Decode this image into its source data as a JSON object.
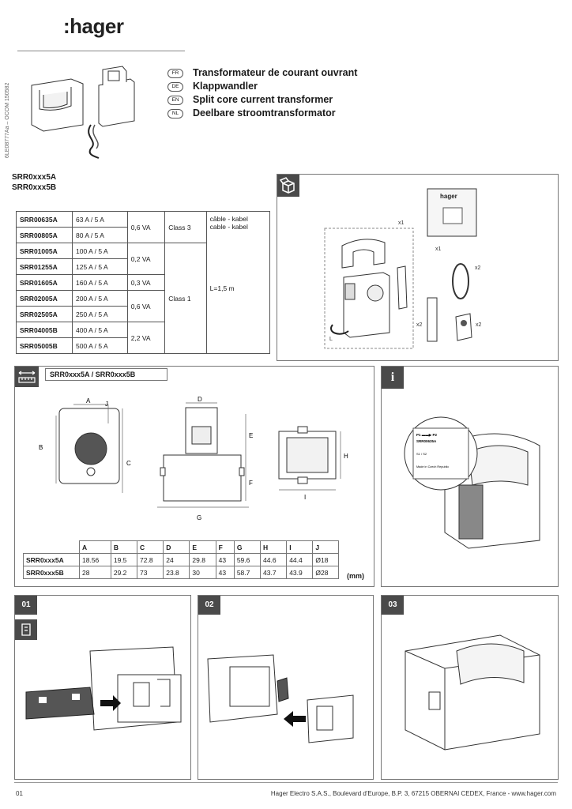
{
  "brand": "hager",
  "doc_ref": "6LE08777Aa – OCOM 150582",
  "titles": [
    {
      "code": "FR",
      "text": "Transformateur de courant ouvrant"
    },
    {
      "code": "DE",
      "text": "Klappwandler"
    },
    {
      "code": "EN",
      "text": "Split core current transformer"
    },
    {
      "code": "NL",
      "text": "Deelbare stroomtransformator"
    }
  ],
  "product_refs": [
    "SRR0xxx5A",
    "SRR0xxx5B"
  ],
  "spec_table": {
    "rows": [
      {
        "ref": "SRR00635A",
        "ratio": "63 A / 5 A"
      },
      {
        "ref": "SRR00805A",
        "ratio": "80 A / 5 A"
      },
      {
        "ref": "SRR01005A",
        "ratio": "100 A / 5 A"
      },
      {
        "ref": "SRR01255A",
        "ratio": "125 A / 5 A"
      },
      {
        "ref": "SRR01605A",
        "ratio": "160 A / 5 A"
      },
      {
        "ref": "SRR02005A",
        "ratio": "200 A / 5 A"
      },
      {
        "ref": "SRR02505A",
        "ratio": "250 A / 5 A"
      },
      {
        "ref": "SRR04005B",
        "ratio": "400 A / 5 A"
      },
      {
        "ref": "SRR05005B",
        "ratio": "500 A / 5 A"
      }
    ],
    "va": [
      "0,6 VA",
      "0,2 VA",
      "0,3 VA",
      "0,6 VA",
      "2,2 VA"
    ],
    "class": [
      "Class 3",
      "Class 1"
    ],
    "cable": [
      "câble - kabel",
      "cable - kabel"
    ],
    "length": "L=1,5 m"
  },
  "kit": {
    "qty": [
      "x1",
      "x1",
      "x2",
      "x2",
      "x2"
    ],
    "cable_label": "L",
    "guide_brand": "hager"
  },
  "dims": {
    "header_label": "SRR0xxx5A / SRR0xxx5B",
    "letters": [
      "A",
      "J",
      "B",
      "C",
      "D",
      "E",
      "F",
      "G",
      "H",
      "I"
    ],
    "columns": [
      "A",
      "B",
      "C",
      "D",
      "E",
      "F",
      "G",
      "H",
      "I",
      "J"
    ],
    "rows": [
      {
        "ref": "SRR0xxx5A",
        "values": [
          "18.56",
          "19.5",
          "72.8",
          "24",
          "29.8",
          "43",
          "59.6",
          "44.6",
          "44.4",
          "Ø18"
        ]
      },
      {
        "ref": "SRR0xxx5B",
        "values": [
          "28",
          "29.2",
          "73",
          "23.8",
          "30",
          "43",
          "58.7",
          "43.7",
          "43.9",
          "Ø28"
        ]
      }
    ],
    "unit": "(mm)"
  },
  "info_badge": "i",
  "label_sticker": {
    "line1": "P1 ▬▬▶ P2",
    "line2": "SRR00635A",
    "extra": "Made in Czech Republic",
    "mark": "S1 / S2"
  },
  "steps": [
    "01",
    "02",
    "03"
  ],
  "footer": {
    "page": "01",
    "address": "Hager Electro S.A.S., Boulevard d'Europe, B.P. 3, 67215 OBERNAI CEDEX, France - www.hager.com"
  },
  "colors": {
    "badge": "#4a4a4a",
    "panel_border": "#777777",
    "core_fill": "#555555"
  }
}
